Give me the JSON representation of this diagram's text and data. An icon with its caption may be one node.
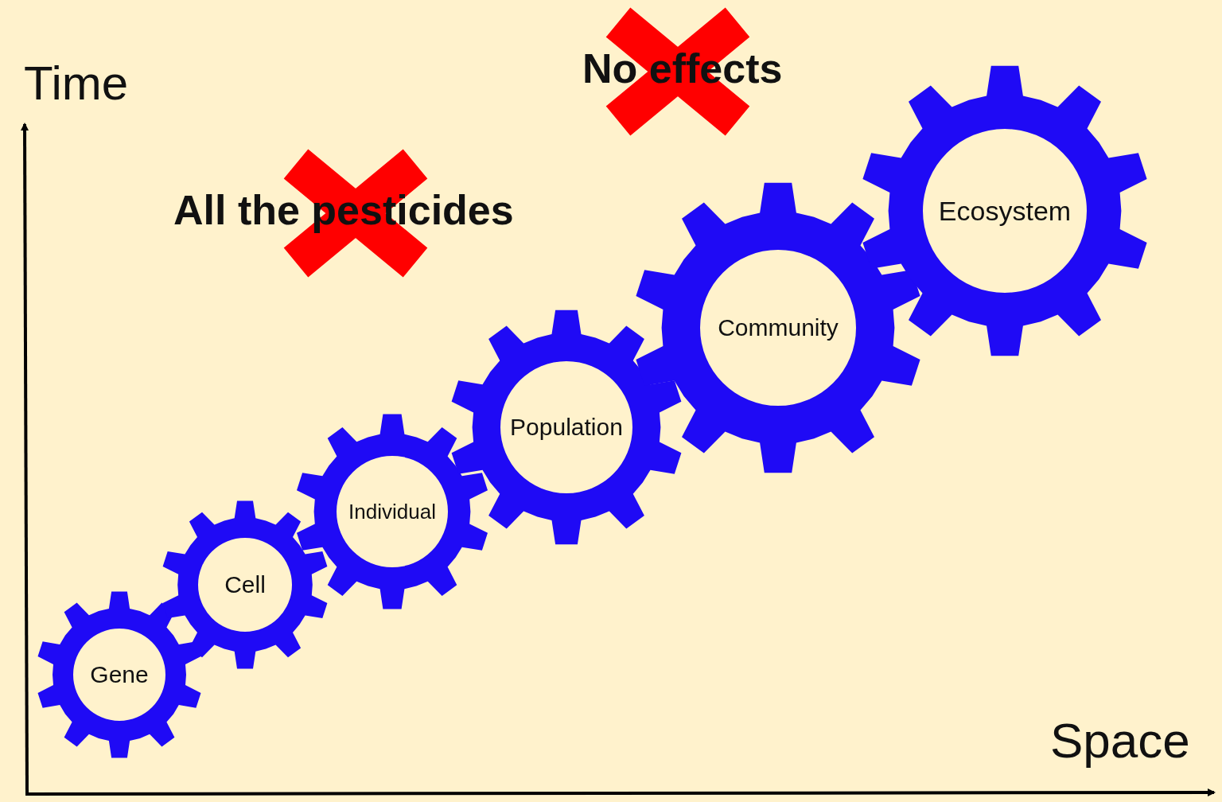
{
  "diagram": {
    "nodes": [
      {
        "text": [
          "Gene"
        ]
      },
      {
        "text": [
          "Cell"
        ]
      },
      {
        "text": [
          "Individual"
        ]
      },
      {
        "text": [
          "Population"
        ]
      },
      {
        "text": [
          "Community"
        ]
      },
      {
        "text": [
          "Ecosystem"
        ]
      }
    ],
    "edges": [],
    "labels": [
      "Time",
      "No effects",
      "All the pesticides",
      "Space"
    ]
  }
}
